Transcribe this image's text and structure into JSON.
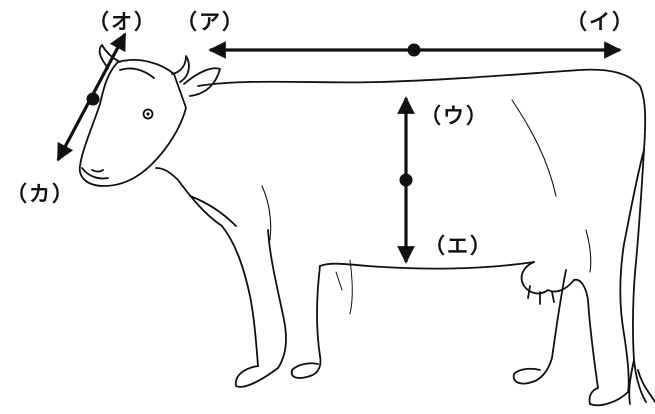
{
  "labels": {
    "a": "（ア）",
    "i": "（イ）",
    "u": "（ウ）",
    "e": "（エ）",
    "o": "（オ）",
    "ka": "（カ）"
  },
  "icons": {
    "animal": "cow-illustration",
    "arrow_marker": "double-headed-arrow",
    "midpoint_marker": "dot"
  },
  "colors": {
    "line": "#111111",
    "background": "#ffffff"
  }
}
